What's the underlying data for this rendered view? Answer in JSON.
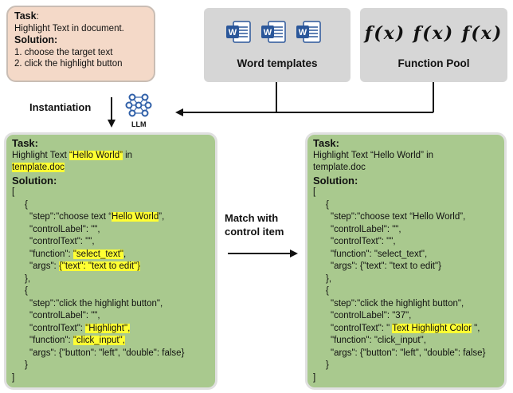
{
  "task_card": {
    "task_label": "Task",
    "task_colon": ":",
    "task_text": "Highlight Text in document.",
    "solution_label": "Solution:",
    "step1": "1. choose the target text",
    "step2": "2. click the highlight button"
  },
  "templates": {
    "label": "Word templates",
    "icon_letter": "W"
  },
  "function_pool": {
    "label": "Function Pool",
    "fx": "f(x) f(x) f(x)"
  },
  "instantiation_label": "Instantiation",
  "llm_label": "LLM",
  "match_label_1": "Match with",
  "match_label_2": "control item",
  "left": {
    "task_label": "Task:",
    "task_pre": "Highlight Text ",
    "task_hl": "“Hello World”",
    "task_post": " in",
    "task_file": "template.doc",
    "solution_label": "Solution:",
    "open_bracket": "[",
    "close_bracket": "]",
    "open_brace": "{",
    "close_brace": "},",
    "close_brace_last": "}",
    "s1_step_pre": "\"step\":\"choose text “",
    "s1_step_hl": "Hello World",
    "s1_step_post": "”,",
    "s1_control_label": "\"controlLabel\": \"\",",
    "s1_control_text": "\"controlText\": \"\",",
    "s1_function_pre": "\"function\": ",
    "s1_function_hl": "\"select_text\"",
    "s1_function_post": ",",
    "s1_args_pre": "\"args\": ",
    "s1_args_hl": "{\"text\": \"text to edit\"}",
    "s2_step": "\"step\":\"click the highlight button\",",
    "s2_control_label": "\"controlLabel\": \"\",",
    "s2_control_text_pre": "\"controlText\": ",
    "s2_control_text_hl": "\"Highlight\",",
    "s2_function_pre": "\"function\": ",
    "s2_function_hl": "\"click_input\",",
    "s2_args": "\"args\": {\"button\": \"left\", \"double\": false}"
  },
  "right": {
    "task_label": "Task:",
    "task_line1": "Highlight Text “Hello World” in",
    "task_file": "template.doc",
    "solution_label": "Solution:",
    "open_bracket": "[",
    "close_bracket": "]",
    "open_brace": "{",
    "close_brace": "},",
    "close_brace_last": "}",
    "s1_step": "\"step\":\"choose text “Hello World”,",
    "s1_control_label": "\"controlLabel\": \"\",",
    "s1_control_text": "\"controlText\": \"\",",
    "s1_function": "\"function\": \"select_text\",",
    "s1_args": "\"args\": {\"text\": \"text to edit\"}",
    "s2_step": "\"step\":\"click the highlight button\",",
    "s2_control_label": "\"controlLabel\": \"37\",",
    "s2_control_text_pre": "\"controlText\": \" ",
    "s2_control_text_hl": "Text Highlight Color",
    "s2_control_text_post": " \",",
    "s2_function": "\"function\": \"click_input\",",
    "s2_args": "\"args\": {\"button\": \"left\", \"double\": false}"
  }
}
